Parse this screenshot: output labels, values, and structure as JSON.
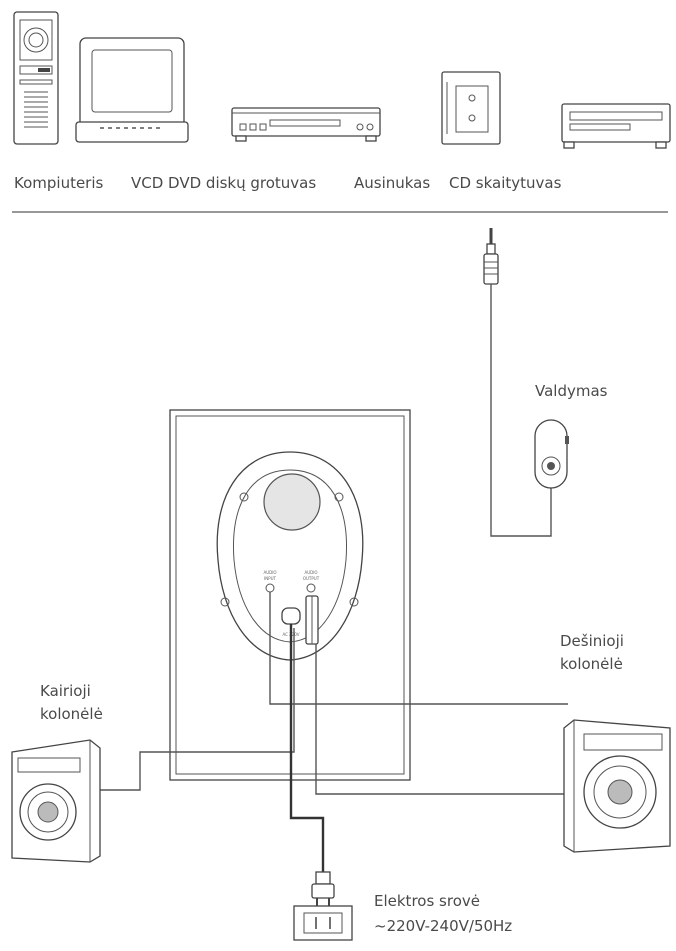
{
  "sources": {
    "computer": "Kompiuteris",
    "vcd_dvd": "VCD DVD diskų grotuvas",
    "headphones": "Ausinukas",
    "cd_player": "CD skaitytuvas"
  },
  "control": "Valdymas",
  "left_speaker": [
    "Kairioji",
    "kolonėlė"
  ],
  "right_speaker": [
    "Dešinioji",
    "kolonėlė"
  ],
  "power": [
    "Elektros srovė",
    "~220V-240V/50Hz"
  ],
  "panel": {
    "in_label": [
      "AUDIO",
      "INPUT"
    ],
    "out_label": [
      "AUDIO",
      "OUTPUT"
    ],
    "power_label": "AC 220V"
  }
}
